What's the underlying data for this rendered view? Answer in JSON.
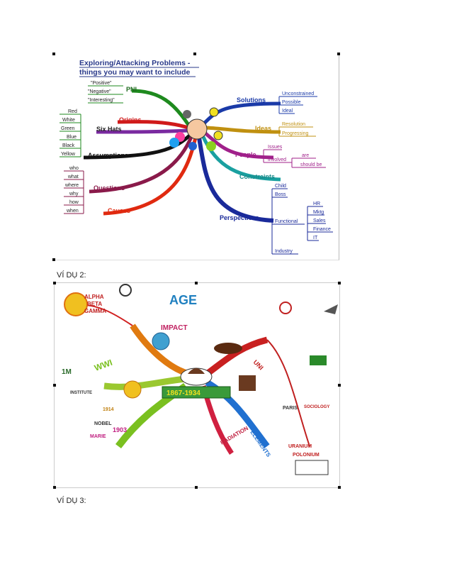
{
  "figure1": {
    "title_line1": "Exploring/Attacking Problems -",
    "title_line2": "things you may want to include",
    "pni": {
      "label": "PNI",
      "items": [
        "\"Positive\"",
        "\"Negative\"",
        "\"Interesting\""
      ]
    },
    "origins": "Origins",
    "six_hats": {
      "label": "Six Hats",
      "items": [
        "Red",
        "White",
        "Green",
        "Blue",
        "Black",
        "Yellow"
      ]
    },
    "assumptions": "Assumptions",
    "questions": {
      "label": "Questions",
      "items": [
        "who",
        "what",
        "where",
        "why",
        "how",
        "when"
      ]
    },
    "causes": "Causes",
    "solutions": {
      "label": "Solutions",
      "items": [
        "Unconstrained",
        "Possible",
        "Ideal"
      ]
    },
    "ideas": {
      "label": "Ideas",
      "items": [
        "Resolution",
        "Progressing"
      ]
    },
    "people": {
      "label": "People",
      "issues": "Issues",
      "involved": "Involved",
      "are": "are",
      "should_be": "should be"
    },
    "constraints": "Constraints",
    "perspectives": {
      "label": "Perspectives",
      "items": [
        "Child",
        "Boss",
        "Functional",
        "Industry"
      ],
      "functional": [
        "HR",
        "Mktg",
        "Sales",
        "Finance",
        "IT"
      ]
    }
  },
  "caption2": "VÍ DỤ 2:",
  "figure2": {
    "labels": [
      "ALPHA",
      "BETA",
      "GAMMA",
      "AGE",
      "IMPACT",
      "RADIATION",
      "ELEMENTS",
      "URANIUM",
      "POLONIUM",
      "UNI",
      "PARIS",
      "SOCIOLOGY",
      "WWI",
      "INSTITUTE",
      "NOBEL",
      "MARIE",
      "1914",
      "1903",
      "1M",
      "1867-1934"
    ]
  },
  "caption3": "VÍ DỤ 3:"
}
